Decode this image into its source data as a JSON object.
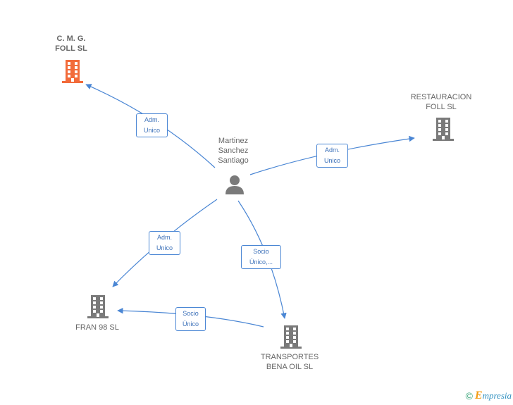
{
  "colors": {
    "edge": "#4a86d4",
    "company_icon": "#7a7a7a",
    "highlight_company_icon": "#f26b3a",
    "person_icon": "#7a7a7a",
    "label_text": "#666666"
  },
  "nodes": {
    "person": {
      "lines": [
        "Martinez",
        "Sanchez",
        "Santiago"
      ],
      "icon": "person-icon"
    },
    "cmg": {
      "lines": [
        "C. M. G.",
        "FOLL SL"
      ],
      "icon": "building-icon"
    },
    "restauracion": {
      "lines": [
        "RESTAURACION",
        "FOLL SL"
      ],
      "icon": "building-icon"
    },
    "fran": {
      "lines": [
        "FRAN 98 SL"
      ],
      "icon": "building-icon"
    },
    "transportes": {
      "lines": [
        "TRANSPORTES",
        "BENA OIL SL"
      ],
      "icon": "building-icon"
    }
  },
  "edges": {
    "to_cmg": {
      "lines": [
        "Adm.",
        "Unico"
      ]
    },
    "to_restauracion": {
      "lines": [
        "Adm.",
        "Unico"
      ]
    },
    "to_fran": {
      "lines": [
        "Adm.",
        "Unico"
      ]
    },
    "to_transportes": {
      "lines": [
        "Socio",
        "Único,..."
      ]
    },
    "transportes_to_fran": {
      "lines": [
        "Socio",
        "Único"
      ]
    }
  },
  "footer": {
    "copyright": "©",
    "brand_initial": "E",
    "brand_rest": "mpresia"
  }
}
